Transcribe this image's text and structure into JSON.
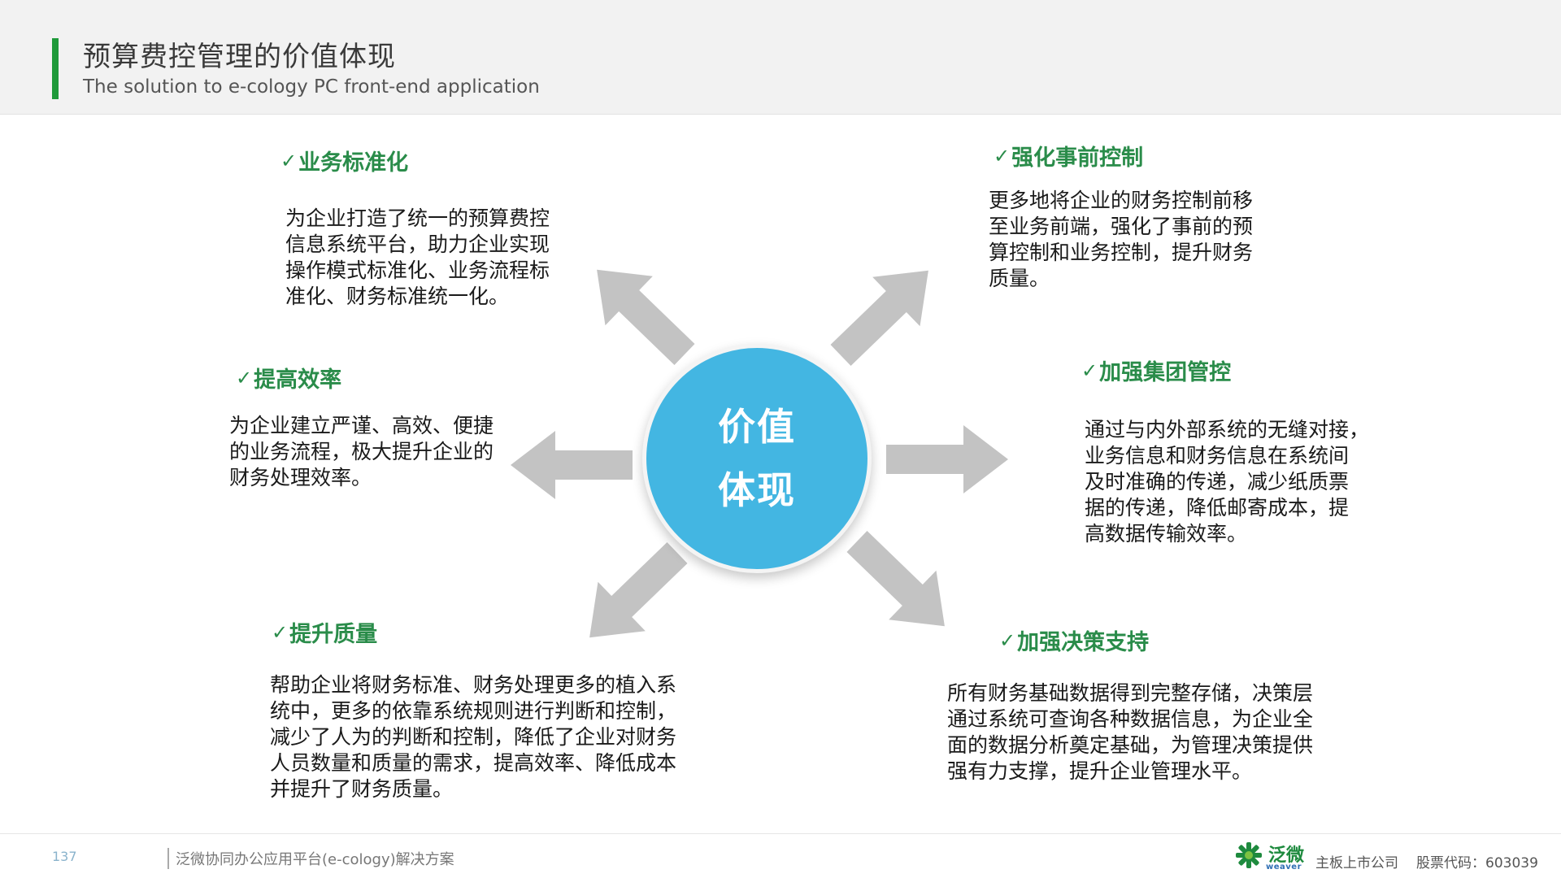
{
  "header": {
    "title": "预算费控管理的价值体现",
    "subtitle": "The solution to e-cology PC front-end application"
  },
  "center": {
    "line1": "价值",
    "line2": "体现"
  },
  "blocks": [
    {
      "id": "standardization",
      "check": "✓",
      "heading": "业务标准化",
      "lines": [
        "为企业打造了统一的预算费控",
        "信息系统平台，助力企业实现",
        "操作模式标准化、业务流程标",
        "准化、财务标准统一化。"
      ]
    },
    {
      "id": "pre-control",
      "check": "✓",
      "heading": "强化事前控制",
      "lines": [
        "更多地将企业的财务控制前移",
        "至业务前端，强化了事前的预",
        "算控制和业务控制，提升财务",
        "质量。"
      ]
    },
    {
      "id": "efficiency",
      "check": "✓",
      "heading": "提高效率",
      "lines": [
        "为企业建立严谨、高效、便捷",
        "的业务流程，极大提升企业的",
        "财务处理效率。"
      ]
    },
    {
      "id": "group-control",
      "check": "✓",
      "heading": "加强集团管控",
      "lines": [
        "通过与内外部系统的无缝对接，",
        "业务信息和财务信息在系统间",
        "及时准确的传递，减少纸质票",
        "据的传递，降低邮寄成本，提",
        "高数据传输效率。"
      ]
    },
    {
      "id": "quality",
      "check": "✓",
      "heading": "提升质量",
      "lines": [
        "帮助企业将财务标准、财务处理更多的植入系",
        "统中，更多的依靠系统规则进行判断和控制，",
        "减少了人为的判断和控制，降低了企业对财务",
        "人员数量和质量的需求，提高效率、降低成本",
        "并提升了财务质量。"
      ]
    },
    {
      "id": "decision-support",
      "check": "✓",
      "heading": "加强决策支持",
      "lines": [
        "所有财务基础数据得到完整存储，决策层",
        "通过系统可查询各种数据信息，为企业全",
        "面的数据分析奠定基础，为管理决策提供",
        "强有力支撑，提升企业管理水平。"
      ]
    }
  ],
  "footer": {
    "page_number": "137",
    "caption": "泛微协同办公应用平台(e-cology)解决方案",
    "logo_text": "泛微",
    "logo_sub": "weaver",
    "company_type": "主板上市公司",
    "stock_code": "股票代码：603039"
  },
  "colors": {
    "accent_green": "#1f9a3a",
    "heading_green": "#2a8c4a",
    "circle_blue": "#43b6e2",
    "arrow_gray": "#c3c3c3"
  },
  "icons": [
    "check-icon",
    "arrow-icon",
    "weaver-logo-icon"
  ]
}
